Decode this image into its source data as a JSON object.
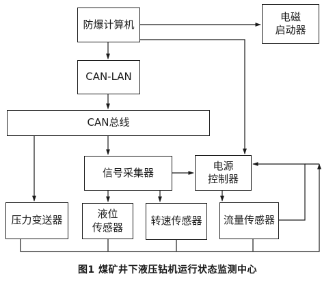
{
  "diagram": {
    "nodes": {
      "computer": "防爆计算机",
      "starter": "电磁\n启动器",
      "can_lan": "CAN-LAN",
      "can_bus": "CAN总线",
      "collector": "信号采集器",
      "power": "电源\n控制器",
      "pressure": "压力变送器",
      "level": "液位\n传感器",
      "speed": "转速传感器",
      "flow": "流量传感器"
    },
    "caption": "图1   煤矿井下液压钻机运行状态监测中心"
  },
  "colors": {
    "line": "#1a1a1a",
    "background": "#ffffff"
  }
}
